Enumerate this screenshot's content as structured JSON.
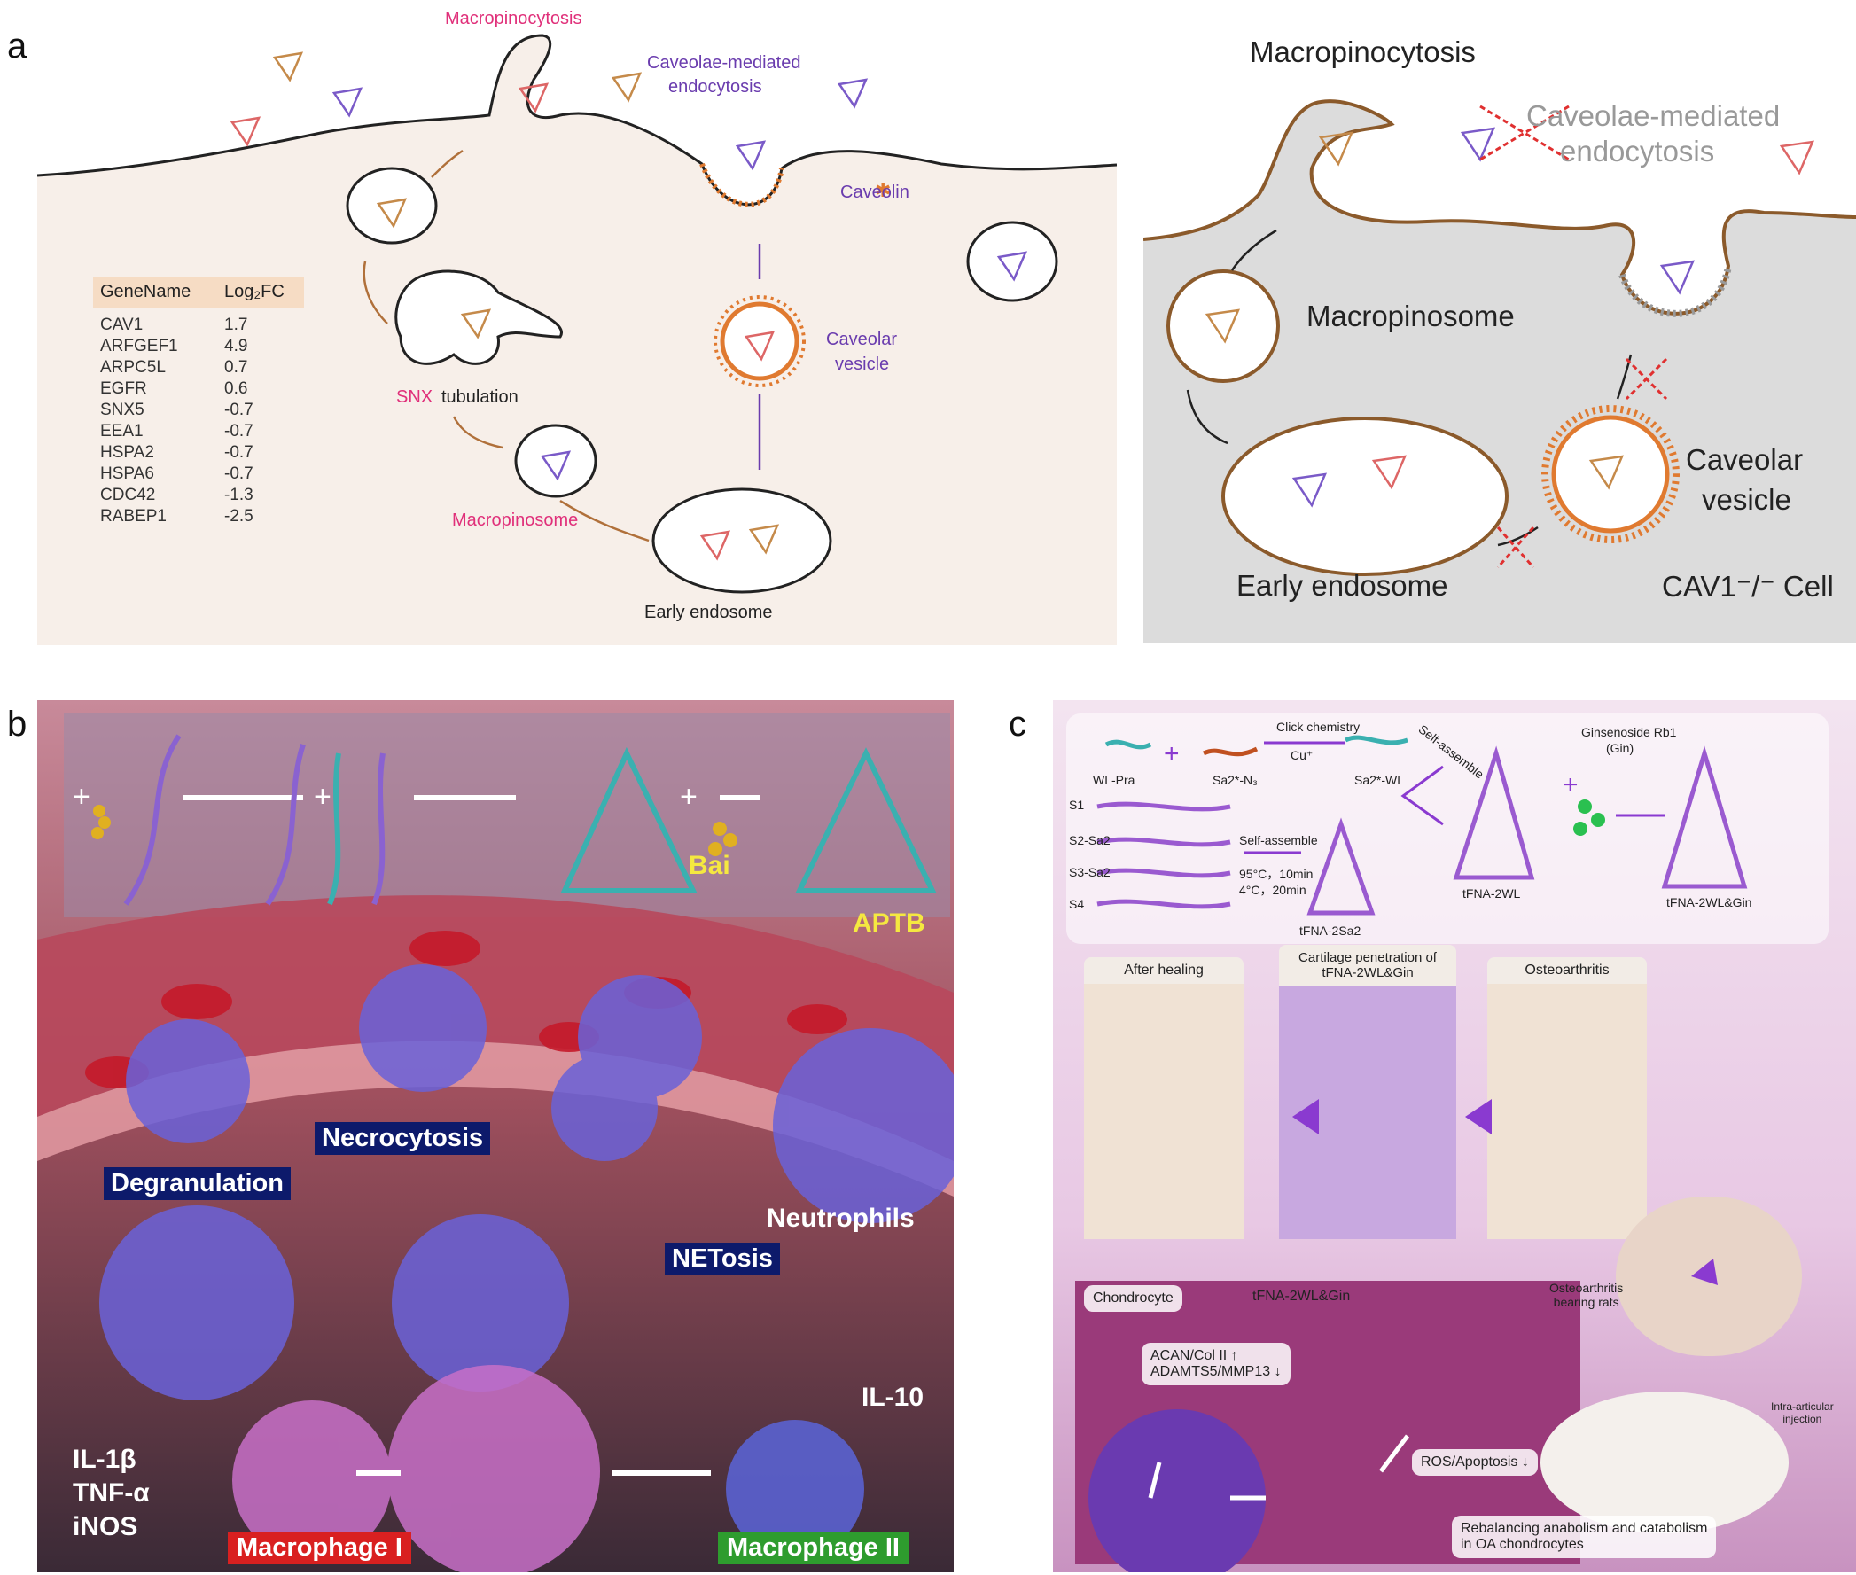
{
  "panels": {
    "a": "a",
    "b": "b",
    "c": "c"
  },
  "a_left": {
    "macropinocytosis": "Macropinocytosis",
    "caveolae_mediated": "Caveolae-mediated",
    "endocytosis": "endocytosis",
    "caveolin": "Caveolin",
    "caveolar": "Caveolar",
    "vesicle": "vesicle",
    "snx": "SNX",
    "tubulation": "tubulation",
    "macropinosome": "Macropinosome",
    "early_endosome": "Early endosome",
    "table": {
      "headers": [
        "GeneName",
        "Log₂FC"
      ],
      "rows": [
        [
          "CAV1",
          "1.7"
        ],
        [
          "ARFGEF1",
          "4.9"
        ],
        [
          "ARPC5L",
          "0.7"
        ],
        [
          "EGFR",
          "0.6"
        ],
        [
          "SNX5",
          "-0.7"
        ],
        [
          "EEA1",
          "-0.7"
        ],
        [
          "HSPA2",
          "-0.7"
        ],
        [
          "HSPA6",
          "-0.7"
        ],
        [
          "CDC42",
          "-1.3"
        ],
        [
          "RABEP1",
          "-2.5"
        ]
      ]
    }
  },
  "a_right": {
    "macropinocytosis": "Macropinocytosis",
    "caveolae_mediated": "Caveolae-mediated",
    "endocytosis": "endocytosis",
    "macropinosome": "Macropinosome",
    "caveolar": "Caveolar",
    "vesicle": "vesicle",
    "early_endosome": "Early endosome",
    "cav1_cell": "CAV1⁻/⁻ Cell"
  },
  "b": {
    "bai": "Bai",
    "aptb": "APTB",
    "necrocytosis": "Necrocytosis",
    "degranulation": "Degranulation",
    "neutrophils": "Neutrophils",
    "netosis": "NETosis",
    "il10": "IL-10",
    "il1b": "IL-1β",
    "tnfa": "TNF-α",
    "inos": "iNOS",
    "macrophage_1": "Macrophage I",
    "macrophage_2": "Macrophage II"
  },
  "c": {
    "wl_pra": "WL-Pra",
    "sa2_n3": "Sa2*-N₃",
    "click_chemistry": "Click chemistry",
    "cu": "Cu⁺",
    "sa2_wl": "Sa2*-WL",
    "self_assemble_1": "Self-assemble",
    "ginsenoside": "Ginsenoside Rb1",
    "gin": "(Gin)",
    "s1": "S1",
    "s2": "S2-Sa2",
    "s3": "S3-Sa2",
    "s4": "S4",
    "self_assemble_2": "Self-assemble",
    "cond_1": "95°C，10min",
    "cond_2": "4°C，20min",
    "tfna_2sa2": "tFNA-2Sa2",
    "tfna_2wl": "tFNA-2WL",
    "tfna_2wl_gin": "tFNA-2WL&Gin",
    "after_healing": "After healing",
    "cartilage_1": "Cartilage penetration of",
    "cartilage_2": "tFNA-2WL&Gin",
    "osteoarthritis": "Osteoarthritis",
    "chondrocyte": "Chondrocyte",
    "tfna_2wl_gin_2": "tFNA-2WL&Gin",
    "acan": "ACAN/Col II ↑",
    "adamts": "ADAMTS5/MMP13 ↓",
    "ros": "ROS/Apoptosis ↓",
    "oa_rats_1": "Osteoarthritis",
    "oa_rats_2": "bearing rats",
    "injection_1": "Intra-articular",
    "injection_2": "injection",
    "rebalance_1": "Rebalancing anabolism and catabolism",
    "rebalance_2": "in OA chondrocytes"
  }
}
